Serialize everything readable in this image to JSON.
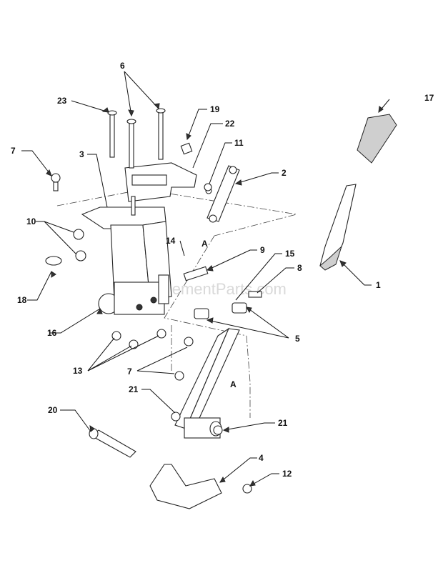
{
  "watermark": "eReplacementParts.com",
  "callouts": {
    "c1": "1",
    "c2": "2",
    "c3": "3",
    "c4": "4",
    "c5": "5",
    "c6": "6",
    "c7a": "7",
    "c7b": "7",
    "c8": "8",
    "c9": "9",
    "c10": "10",
    "c11": "11",
    "c12": "12",
    "c13": "13",
    "c14": "14",
    "c15": "15",
    "c16": "16",
    "c17": "17",
    "c18": "18",
    "c19": "19",
    "c20": "20",
    "c21a": "21",
    "c21b": "21",
    "c22": "22",
    "c23": "23"
  },
  "reference_marks": {
    "a_upper": "A",
    "a_lower": "A"
  }
}
